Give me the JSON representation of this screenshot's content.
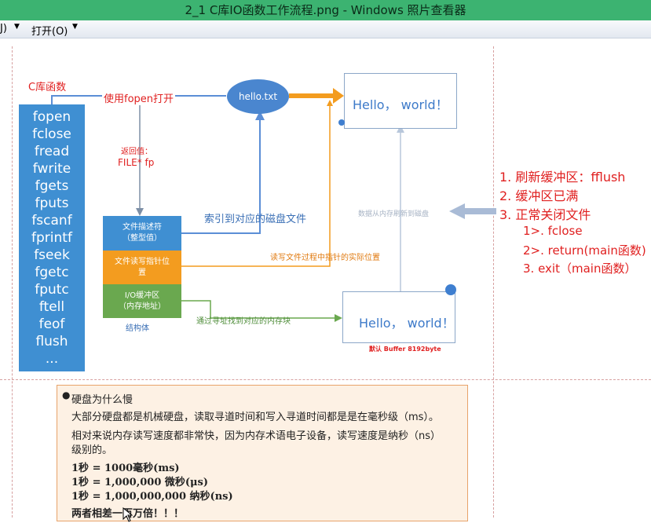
{
  "window": {
    "title": "2_1 C库IO函数工作流程.png - Windows 照片查看器"
  },
  "menu": {
    "items": [
      "J)",
      "打开(O)"
    ]
  },
  "diagram": {
    "c_lib_label": "C库函数",
    "functions": [
      "fopen",
      "fclose",
      "fread",
      "fwrite",
      "fgets",
      "fputs",
      "fscanf",
      "fprintf",
      "fseek",
      "fgetc",
      "fputc",
      "ftell",
      "feof",
      "flush",
      "..."
    ],
    "fopen_label": "使用fopen打开",
    "file_name": "hello.txt",
    "return_label": "返回值：",
    "return_value": "FILE* fp",
    "struct": {
      "fd_title": "文件描述符",
      "fd_sub": "（整型值）",
      "ptr_title": "文件读写指针位",
      "ptr_sub": "置",
      "buf_title": "I/O缓冲区",
      "buf_sub": "（内存地址）",
      "caption": "结构体"
    },
    "index_label": "索引到对应的磁盘文件",
    "ptr_pos_label": "读写文件过程中指针的实际位置",
    "addr_label": "通过寻址找到对应的内存块",
    "flush_label": "数据从内存刷新到磁盘",
    "disk_text": "Hello， world！",
    "mem_text": "Hello， world！",
    "buffer_note": "默认 Buffer 8192byte",
    "conditions": [
      "1. 刷新缓冲区：fflush",
      "2. 缓冲区已满",
      "3. 正常关闭文件"
    ],
    "sub_conditions": [
      "1>. fclose",
      "2>. return(main函数)",
      "3. exit（main函数）"
    ]
  },
  "note": {
    "heading": "硬盘为什么慢",
    "line1": "大部分硬盘都是机械硬盘，读取寻道时间和写入寻道时间都是是在毫秒级（ms）。",
    "line2": "相对来说内存读写速度都非常快，因为内存术语电子设备，读写速度是纳秒（ns）",
    "line3": "级别的。",
    "conv1": "1秒 = 1000毫秒(ms)",
    "conv2": "1秒 = 1,000,000 微秒(μs)",
    "conv3": "1秒 = 1,000,000,000 纳秒(ns)",
    "conclusion": "两者相差一百万倍！！！"
  },
  "colors": {
    "title_bar": "#3cb371",
    "func_box": "#3f8fd2",
    "orange": "#f39c1f",
    "green": "#6aa84f",
    "red": "#e02020"
  }
}
